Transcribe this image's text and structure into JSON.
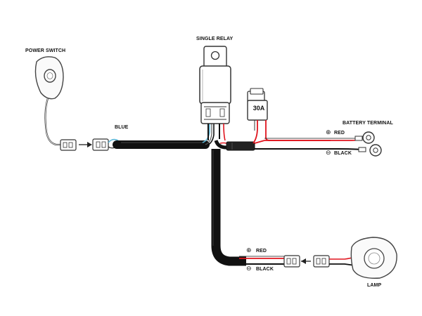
{
  "labels": {
    "power_switch": "POWER SWITCH",
    "single_relay": "SINGLE RELAY",
    "blue": "BLUE",
    "battery_terminal": "BATTERY TERMINAL",
    "battery_red": "RED",
    "battery_black": "BLACK",
    "lamp_red": "RED",
    "lamp_black": "BLACK",
    "lamp": "LAMP",
    "fuse_rating": "30A"
  },
  "symbols": {
    "plus": "⊕",
    "minus": "⊖"
  },
  "colors": {
    "harness": "#111111",
    "red_wire": "#e0141e",
    "blue_wire": "#5fb8d8",
    "black_wire": "#111111",
    "outline": "#333333"
  }
}
